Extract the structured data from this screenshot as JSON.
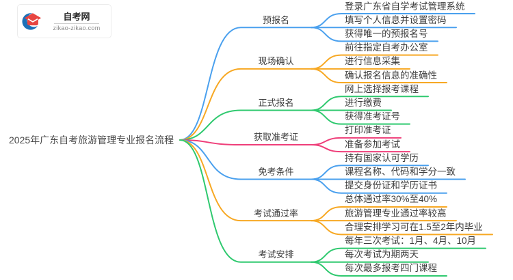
{
  "logo": {
    "site_name": "自考网",
    "domain": "zikao-zikao.com"
  },
  "root": {
    "label": "2025年广东自考旅游管理专业报名流程"
  },
  "colors": {
    "blue": "#4aa0ee",
    "orange": "#f7a823",
    "green": "#2fc96f",
    "pink": "#ef3e79"
  },
  "branches": [
    {
      "label": "预报名",
      "color": "blue",
      "children": [
        "登录广东省自学考试管理系统",
        "填写个人信息并设置密码",
        "获得唯一的预报名号"
      ]
    },
    {
      "label": "现场确认",
      "color": "orange",
      "children": [
        "前往指定自考办公室",
        "进行信息采集",
        "确认报名信息的准确性"
      ]
    },
    {
      "label": "正式报名",
      "color": "green",
      "children": [
        "网上选择报考课程",
        "进行缴费",
        "获得准考证号"
      ]
    },
    {
      "label": "获取准考证",
      "color": "pink",
      "children": [
        "打印准考证",
        "准备参加考试"
      ]
    },
    {
      "label": "免考条件",
      "color": "blue",
      "children": [
        "持有国家认可学历",
        "课程名称、代码和学分一致",
        "提交身份证和学历证书"
      ]
    },
    {
      "label": "考试通过率",
      "color": "orange",
      "children": [
        "总体通过率30%至40%",
        "旅游管理专业通过率较高",
        "合理安排学习可在1.5至2年内毕业"
      ]
    },
    {
      "label": "考试安排",
      "color": "green",
      "children": [
        "每年三次考试：1月、4月、10月",
        "每次考试为期两天",
        "每次最多报考四门课程"
      ]
    }
  ]
}
